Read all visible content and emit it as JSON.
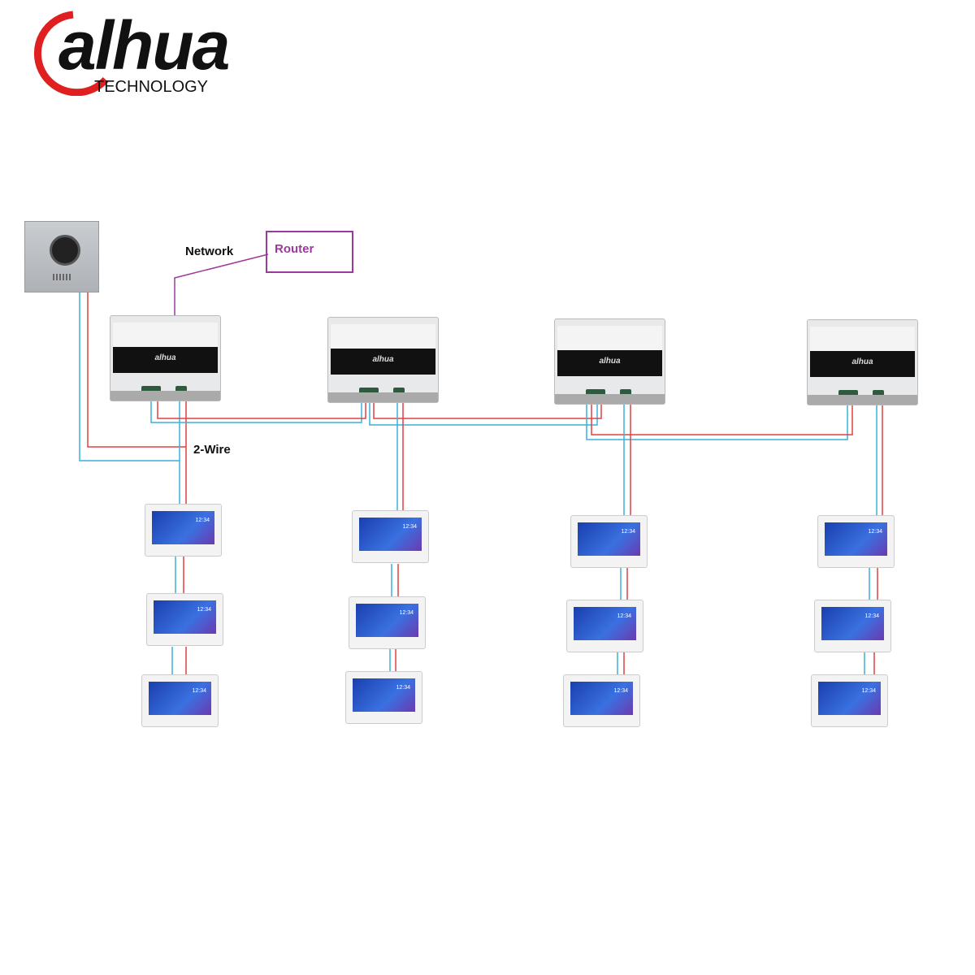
{
  "logo": {
    "brand": "alhua",
    "subtitle": "TECHNOLOGY"
  },
  "labels": {
    "network": "Network",
    "router": "Router",
    "two_wire": "2-Wire"
  },
  "switch_brand": "alhua",
  "monitor_time": "12:34",
  "colors": {
    "wire_blue": "#3ab0d8",
    "wire_red": "#e04040",
    "network": "#9b3a9a",
    "logo_red": "#e02020"
  }
}
